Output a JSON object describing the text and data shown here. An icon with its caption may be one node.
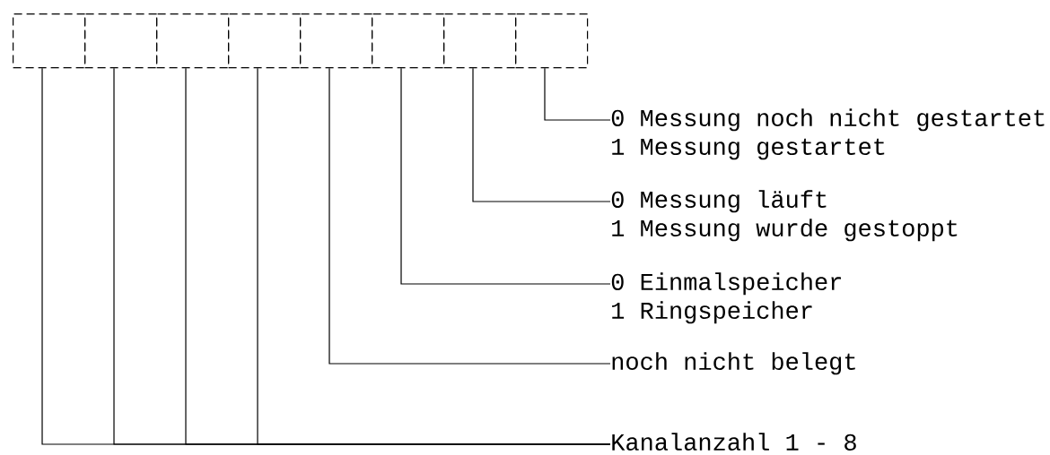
{
  "diagram": {
    "nodes": [
      {
        "text": [],
        "shape": "box"
      },
      {
        "text": [],
        "shape": "box"
      },
      {
        "text": [],
        "shape": "box"
      },
      {
        "text": [],
        "shape": "box"
      },
      {
        "text": [],
        "shape": "box"
      },
      {
        "text": [],
        "shape": "box"
      },
      {
        "text": [],
        "shape": "box"
      },
      {
        "text": [],
        "shape": "box"
      },
      {
        "text": [
          "0 Messung noch nicht gestartet",
          "1 Messung gestartet"
        ]
      },
      {
        "text": [
          "0 Messung läuft",
          "1 Messung wurde gestoppt"
        ]
      },
      {
        "text": [
          "0 Einmalspeicher",
          "1 Ringspeicher"
        ]
      },
      {
        "text": [
          "noch nicht belegt"
        ]
      },
      {
        "text": [
          "Kanalanzahl 1 - 8"
        ]
      }
    ],
    "edges": [
      {
        "from": 7,
        "to": 8,
        "arrow": "none"
      },
      {
        "from": 6,
        "to": 9,
        "arrow": "none"
      },
      {
        "from": 5,
        "to": 10,
        "arrow": "none"
      },
      {
        "from": 4,
        "to": 11,
        "arrow": "none"
      },
      {
        "from": 3,
        "to": 12,
        "arrow": "none"
      },
      {
        "from": 2,
        "to": 12,
        "arrow": "none"
      },
      {
        "from": 1,
        "to": 12,
        "arrow": "none"
      },
      {
        "from": 0,
        "to": 12,
        "arrow": "none"
      }
    ]
  }
}
